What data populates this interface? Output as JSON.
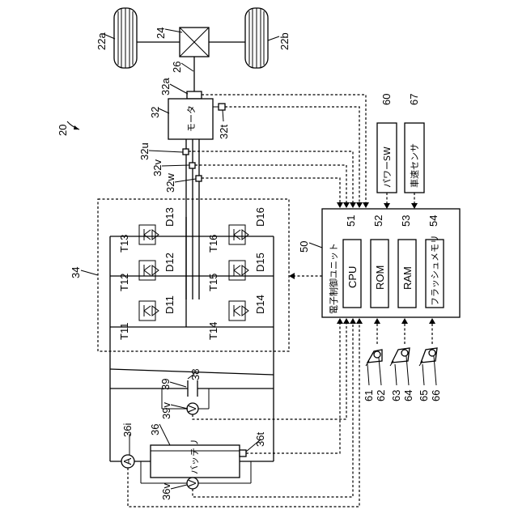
{
  "figure_number": "20",
  "wheels": {
    "left": "22a",
    "right": "22b"
  },
  "differential": "24",
  "drive_shaft": "26",
  "motor": {
    "ref": "32",
    "label": "モータ",
    "shaft_sensor": "32a",
    "temp_sensor": "32t",
    "current_u": "32u",
    "current_v": "32v",
    "current_w": "32w"
  },
  "inverter": {
    "ref": "34",
    "transistors": [
      "T11",
      "T12",
      "T13",
      "T14",
      "T15",
      "T16"
    ],
    "diodes": [
      "D11",
      "D12",
      "D13",
      "D14",
      "D15",
      "D16"
    ]
  },
  "battery": {
    "ref": "36",
    "label": "バッテリ",
    "current_sensor": "36i",
    "temp_sensor": "36t",
    "voltage_sensor": "36v",
    "ammeter_symbol": "A",
    "voltmeter_symbol": "V"
  },
  "power_lines": "38",
  "capacitor": {
    "ref": "39",
    "voltage_sensor": "39v",
    "voltmeter_symbol": "V"
  },
  "ecu": {
    "ref": "50",
    "label": "電子制御ユニット",
    "cpu": {
      "ref": "51",
      "label": "CPU"
    },
    "rom": {
      "ref": "52",
      "label": "ROM"
    },
    "ram": {
      "ref": "53",
      "label": "RAM"
    },
    "flash": {
      "ref": "54",
      "label": "フラッシュメモリ"
    }
  },
  "power_switch": {
    "ref": "60",
    "label": "パワーSW"
  },
  "vehicle_speed_sensor": {
    "ref": "67",
    "label": "車速センサ"
  },
  "pedals": [
    "61",
    "62",
    "63",
    "64",
    "65",
    "66"
  ]
}
